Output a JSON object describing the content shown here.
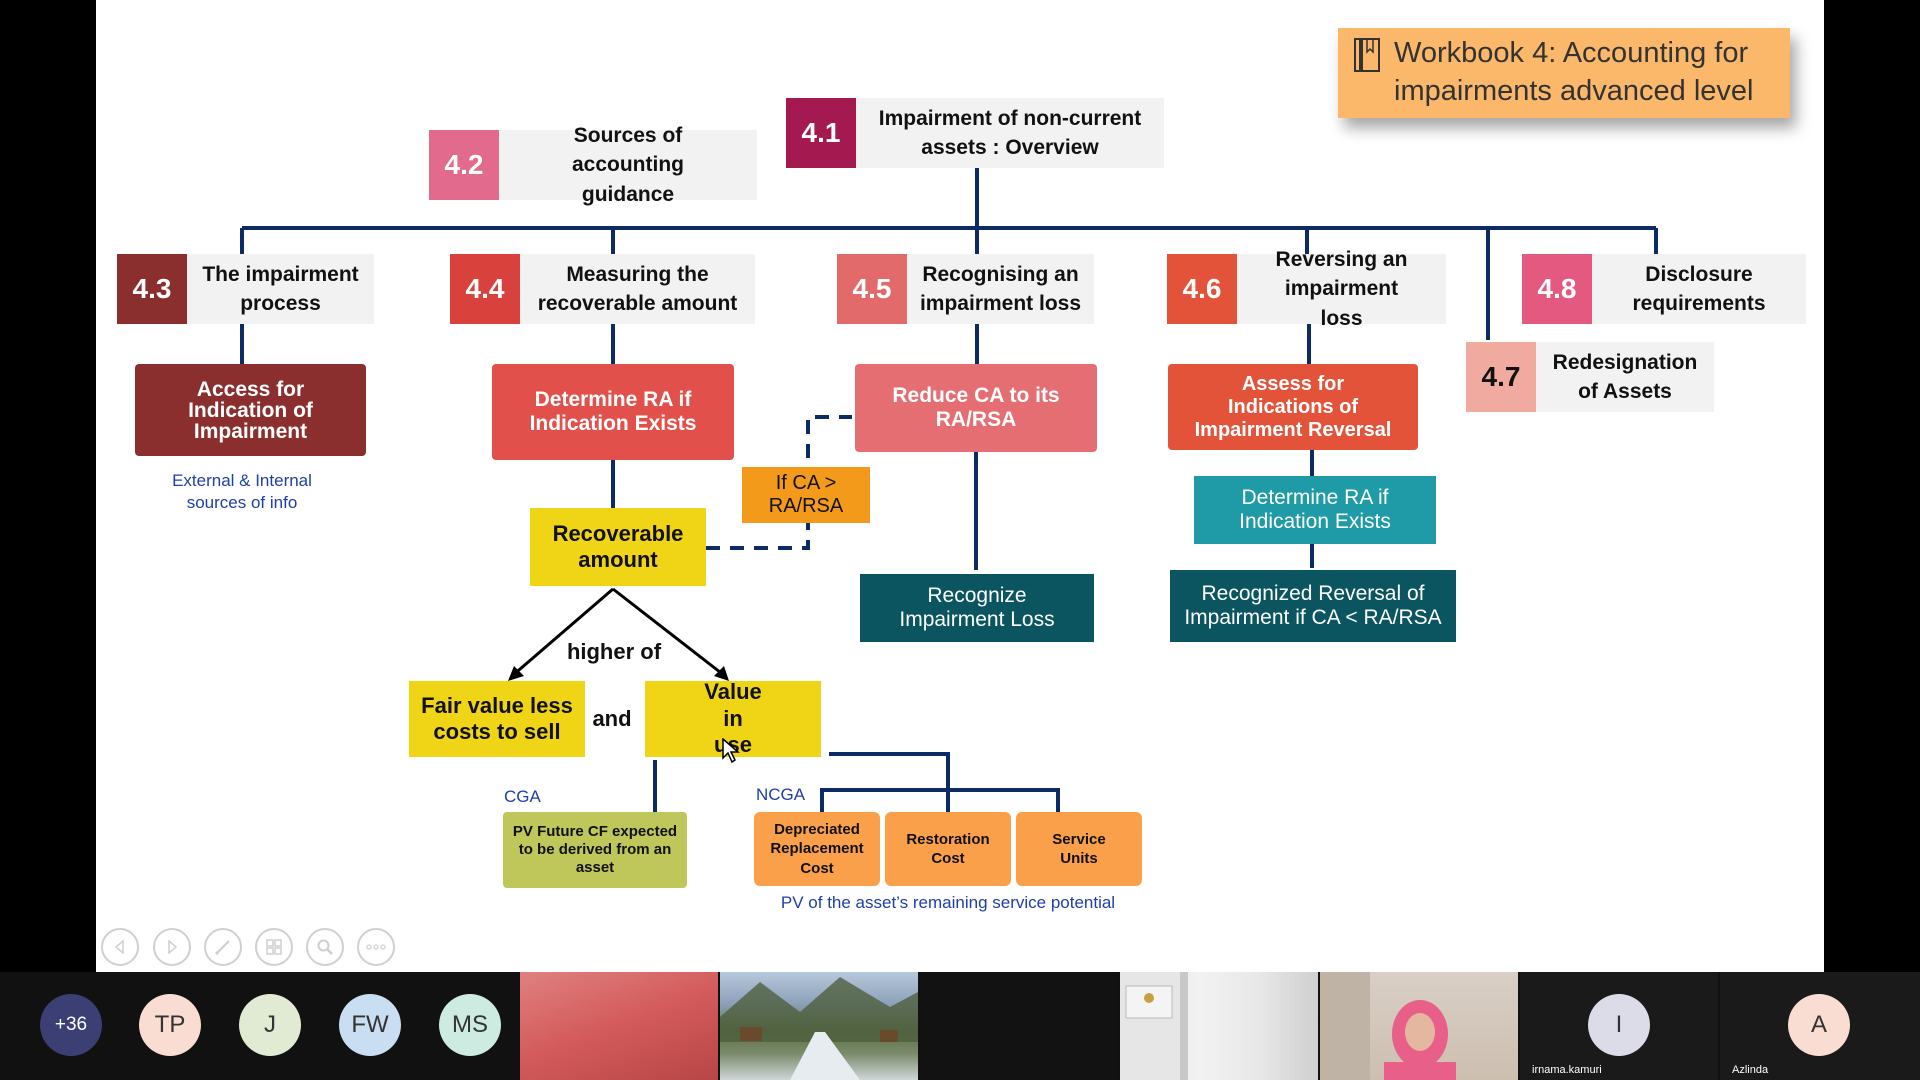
{
  "workbook": {
    "title_line1": "Workbook 4: Accounting for",
    "title_line2": "impairments advanced level"
  },
  "sections": {
    "s41": {
      "num": "4.1",
      "title": "Impairment of non-current assets : Overview",
      "color": "#a4194f"
    },
    "s42": {
      "num": "4.2",
      "title": "Sources of accounting guidance",
      "color": "#e26a8c"
    },
    "s43": {
      "num": "4.3",
      "title": "The impairment process",
      "color": "#8b2e2e"
    },
    "s44": {
      "num": "4.4",
      "title": "Measuring the recoverable amount",
      "color": "#d9413d"
    },
    "s45": {
      "num": "4.5",
      "title": "Recognising an impairment loss",
      "color": "#e26a6a"
    },
    "s46": {
      "num": "4.6",
      "title": "Reversing an impairment loss",
      "color": "#e3533a"
    },
    "s47": {
      "num": "4.7",
      "title": "Redesignation of Assets",
      "color": "#f1aaa0"
    },
    "s48": {
      "num": "4.8",
      "title": "Disclosure requirements",
      "color": "#e4597f"
    }
  },
  "flow": {
    "access": "Access for Indication of Impairment",
    "access_note": "External & Internal sources of info",
    "determine_ra": "Determine RA if Indication Exists",
    "recoverable": "Recoverable amount",
    "higher_of": "higher of",
    "fair_value": "Fair value less costs to sell",
    "and": "and",
    "value_in_use": "Value in use",
    "cga": "CGA",
    "pv_future": "PV Future CF expected to be derived from an asset",
    "ncga": "NCGA",
    "depreciated": "Depreciated Replacement Cost",
    "restoration": "Restoration Cost",
    "service_units": "Service Units",
    "pv_note": "PV of the asset’s remaining service potential",
    "if_ca": "If CA > RA/RSA",
    "reduce_ca": "Reduce CA to its RA/RSA",
    "recognize_loss": "Recognize Impairment Loss",
    "assess_reversal": "Assess for Indications of Impairment Reversal",
    "determine_ra2": "Determine RA if Indication Exists",
    "recognized_reversal": "Recognized Reversal of Impairment if CA < RA/RSA"
  },
  "controls": [
    "previous-icon",
    "next-icon",
    "pen-icon",
    "slides-icon",
    "zoom-icon",
    "more-icon"
  ],
  "participants": {
    "overflow": "+36",
    "avatars": [
      {
        "initials": "TP",
        "bg": "#f9ddd2"
      },
      {
        "initials": "J",
        "bg": "#e1ead2"
      },
      {
        "initials": "FW",
        "bg": "#c9def2"
      },
      {
        "initials": "MS",
        "bg": "#cdebe0"
      }
    ],
    "tiles": [
      {
        "initials": "I",
        "name": "irnama.kamuri",
        "bg": "#dcdce8"
      },
      {
        "initials": "A",
        "name": "Azlinda",
        "bg": "#f9ddd2"
      }
    ]
  }
}
